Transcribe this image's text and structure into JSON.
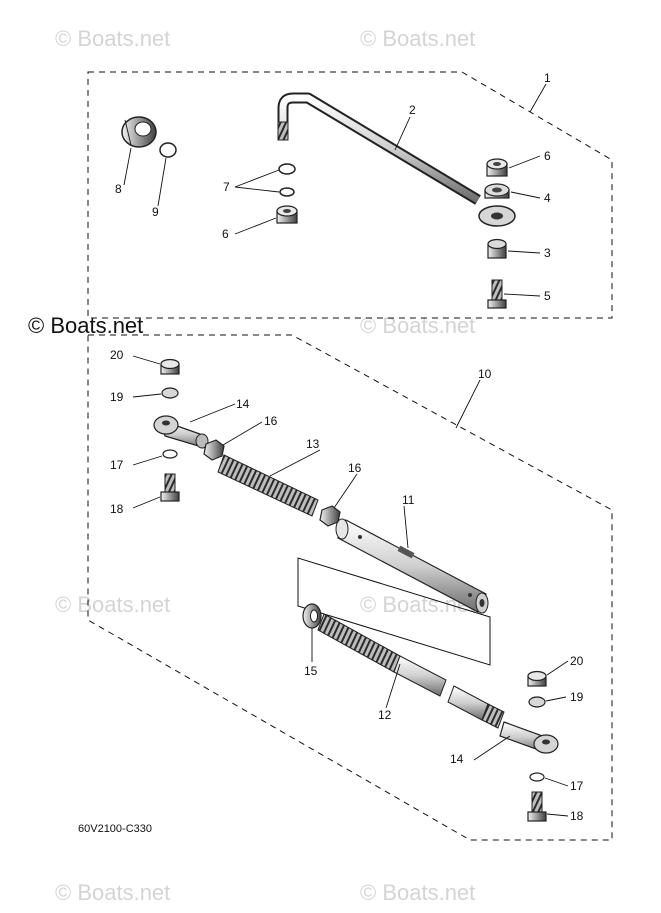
{
  "watermark": "© Boats.net",
  "diagram_code": "60V2100-C330",
  "callouts": {
    "c1": "1",
    "c2": "2",
    "c3": "3",
    "c4": "4",
    "c5": "5",
    "c6a": "6",
    "c6b": "6",
    "c7": "7",
    "c8": "8",
    "c9": "9",
    "c10": "10",
    "c11": "11",
    "c12": "12",
    "c13": "13",
    "c14a": "14",
    "c14b": "14",
    "c15": "15",
    "c16a": "16",
    "c16b": "16",
    "c17a": "17",
    "c17b": "17",
    "c18a": "18",
    "c18b": "18",
    "c19a": "19",
    "c19b": "19",
    "c20a": "20",
    "c20b": "20"
  }
}
